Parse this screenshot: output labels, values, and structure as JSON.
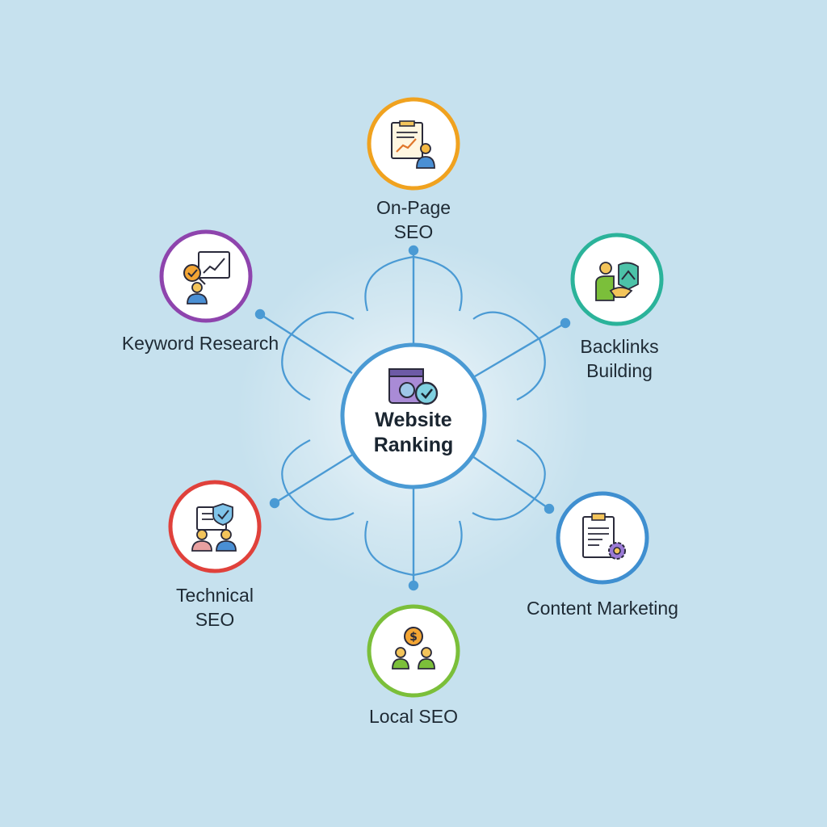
{
  "center": {
    "lines": [
      "Website",
      "Ranking"
    ],
    "icon": "website-puzzle-check-icon"
  },
  "nodes": [
    {
      "id": "on-page-seo",
      "lines": [
        "On-Page",
        "SEO"
      ],
      "color": "#f0a21f",
      "icon": "report-chart-person-icon"
    },
    {
      "id": "backlinks-building",
      "lines": [
        "Backlinks",
        "Building"
      ],
      "color": "#2bb39a",
      "icon": "handshake-link-icon"
    },
    {
      "id": "content-marketing",
      "lines": [
        "Content Marketing"
      ],
      "color": "#3f8fd0",
      "icon": "clipboard-gear-icon"
    },
    {
      "id": "local-seo",
      "lines": [
        "Local SEO"
      ],
      "color": "#7bbf3a",
      "icon": "people-dollar-icon"
    },
    {
      "id": "technical-seo",
      "lines": [
        "Technical",
        "SEO"
      ],
      "color": "#e0413b",
      "icon": "shield-document-people-icon"
    },
    {
      "id": "keyword-research",
      "lines": [
        "Keyword Research"
      ],
      "color": "#8e44ad",
      "icon": "chart-person-check-icon"
    }
  ],
  "colors": {
    "background": "#c6e1ee",
    "connector": "#4a9ad4",
    "center_ring": "#4a9ad4"
  }
}
